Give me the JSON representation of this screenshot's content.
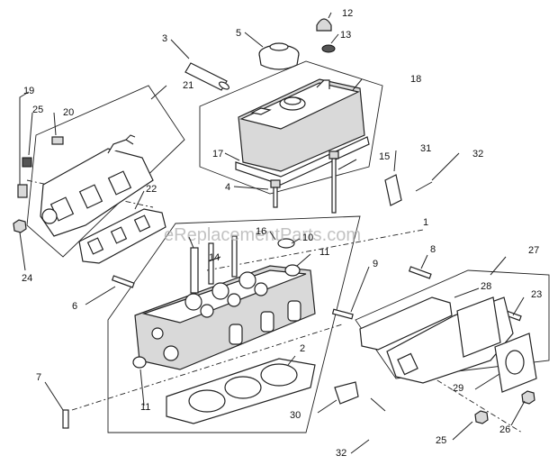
{
  "watermark": "eReplacementParts.com",
  "callouts": {
    "c1": "1",
    "c2": "2",
    "c3": "3",
    "c4": "4",
    "c5": "5",
    "c6": "6",
    "c7": "7",
    "c8": "8",
    "c9": "9",
    "c10": "10",
    "c11a": "11",
    "c11b": "11",
    "c12": "12",
    "c13": "13",
    "c14": "14",
    "c15": "15",
    "c16": "16",
    "c17": "17",
    "c18": "18",
    "c19": "19",
    "c20": "20",
    "c21": "21",
    "c22": "22",
    "c23": "23",
    "c24": "24",
    "c25a": "25",
    "c25b": "25",
    "c26": "26",
    "c27": "27",
    "c28": "28",
    "c29": "29",
    "c30": "30",
    "c31": "31",
    "c32a": "32",
    "c32b": "32"
  }
}
